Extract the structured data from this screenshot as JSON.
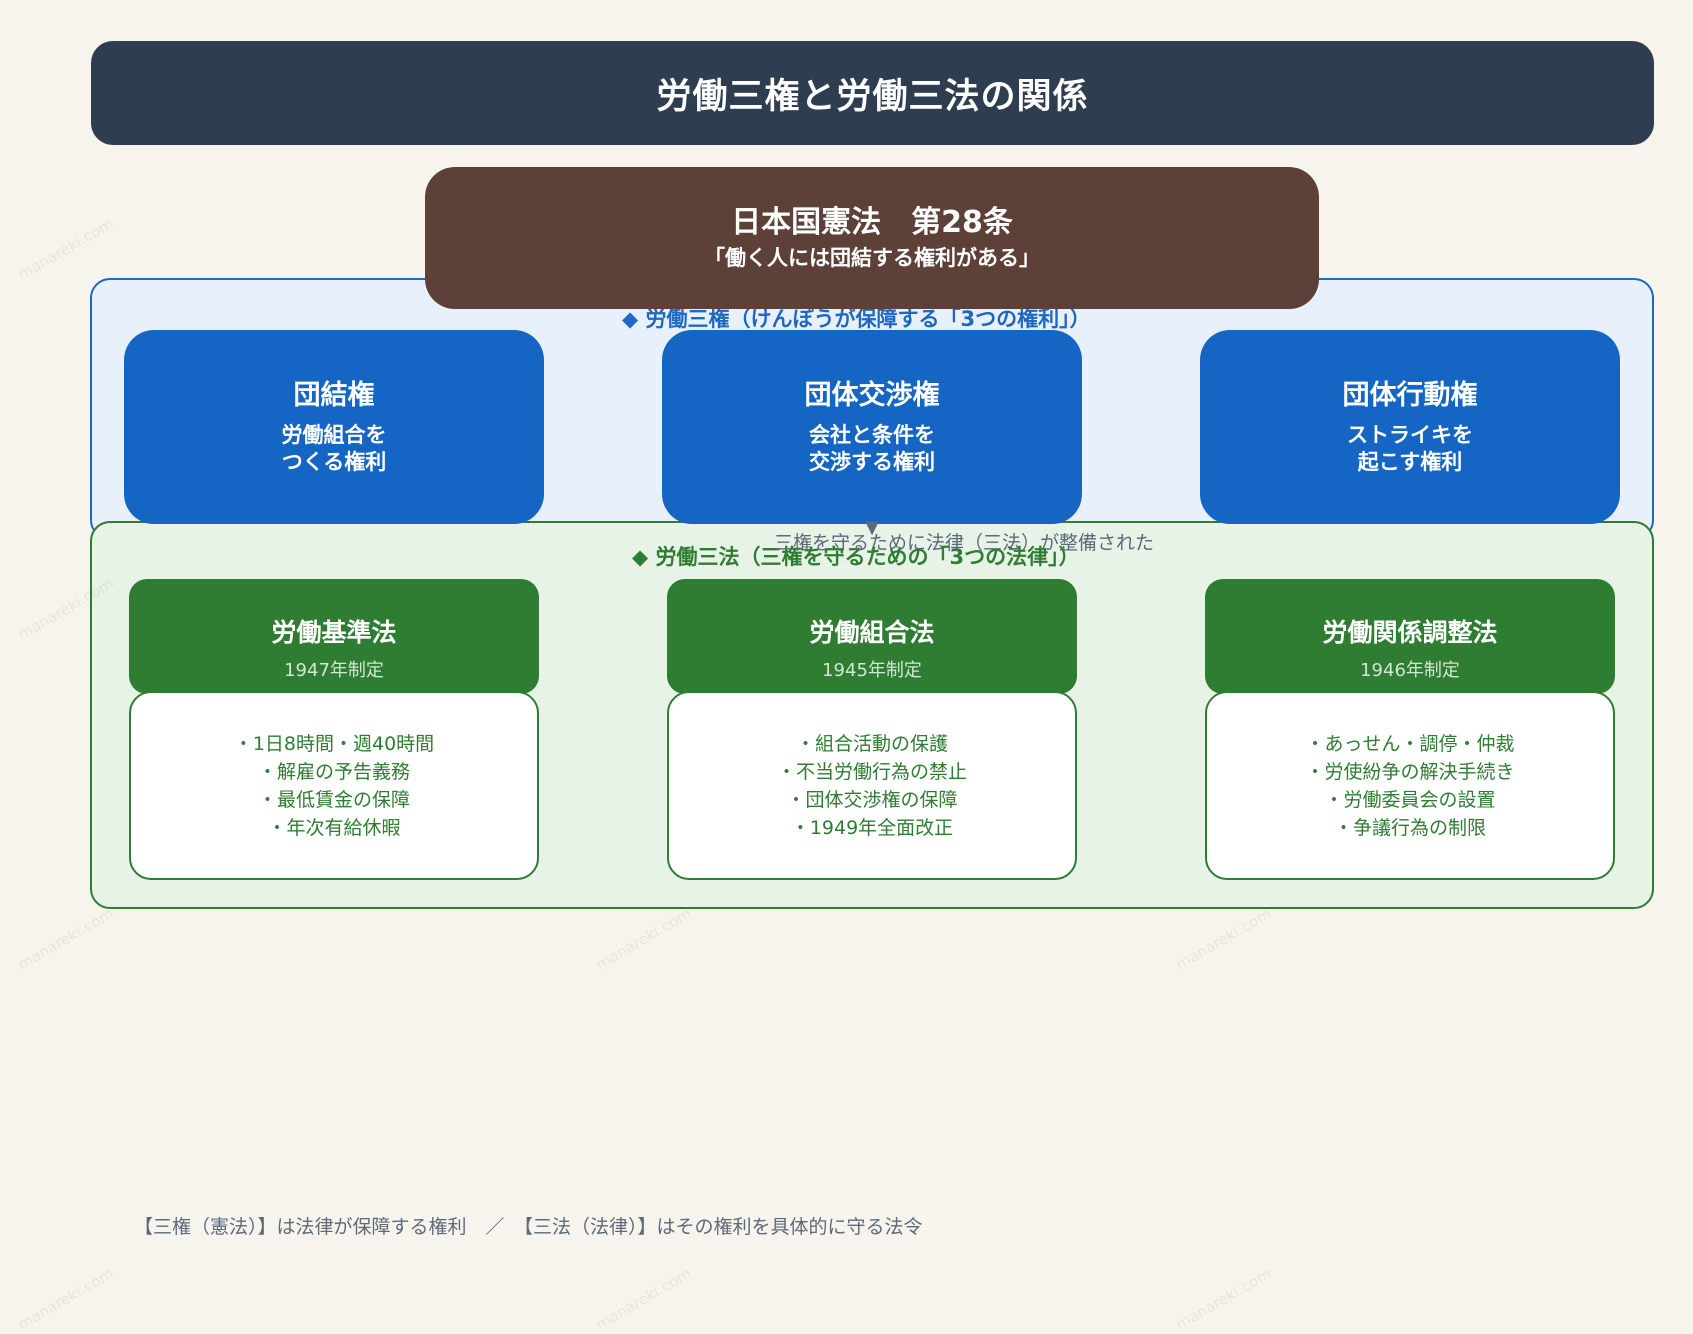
{
  "title": "労働三権と労働三法の関係",
  "constitution": {
    "title": "日本国憲法　第28条",
    "quote": "「働く人には団結する権利がある」"
  },
  "rights_section": {
    "heading": "◆ 労働三権（けんぽうが保障する「3つの権利」）",
    "cards": [
      {
        "name": "団結権",
        "desc_line1": "労働組合を",
        "desc_line2": "つくる権利"
      },
      {
        "name": "団体交渉権",
        "desc_line1": "会社と条件を",
        "desc_line2": "交渉する権利"
      },
      {
        "name": "団体行動権",
        "desc_line1": "ストライキを",
        "desc_line2": "起こす権利"
      }
    ]
  },
  "connector": {
    "text": "三権を守るために法律（三法）が整備された"
  },
  "laws_section": {
    "heading": "◆ 労働三法（三権を守るための「3つの法律」）",
    "cards": [
      {
        "name": "労働基準法",
        "year": "1947年制定",
        "items": [
          "・1日8時間・週40時間",
          "・解雇の予告義務",
          "・最低賃金の保障",
          "・年次有給休暇"
        ]
      },
      {
        "name": "労働組合法",
        "year": "1945年制定",
        "items": [
          "・組合活動の保護",
          "・不当労働行為の禁止",
          "・団体交渉権の保障",
          "・1949年全面改正"
        ]
      },
      {
        "name": "労働関係調整法",
        "year": "1946年制定",
        "items": [
          "・あっせん・調停・仲裁",
          "・労使紛争の解決手続き",
          "・労働委員会の設置",
          "・争議行為の制限"
        ]
      }
    ]
  },
  "footer": "【三権（憲法）】は法律が保障する権利　／　【三法（法律）】はその権利を具体的に守る法令",
  "watermark": "manareki.com",
  "colors": {
    "title_bg": "#2e3e50",
    "constitution_bg": "#5d4037",
    "rights_blue": "#1565c5",
    "laws_green": "#2f7d32",
    "page_bg": "#f7f4ee"
  }
}
